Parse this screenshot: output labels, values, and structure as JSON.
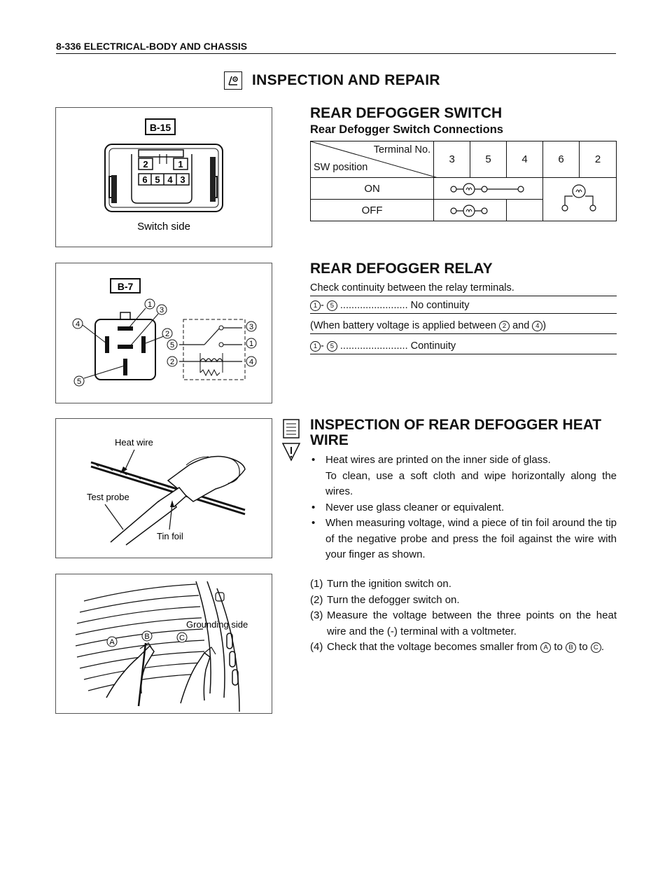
{
  "header": {
    "title": "8-336  ELECTRICAL-BODY AND CHASSIS"
  },
  "main_title": "INSPECTION AND REPAIR",
  "figure1": {
    "connector_label": "B-15",
    "pins_top": [
      "2",
      "1"
    ],
    "pins_bottom": [
      "6",
      "5",
      "4",
      "3"
    ],
    "caption": "Switch side"
  },
  "figure2": {
    "connector_label": "B-7",
    "callouts": [
      "1",
      "2",
      "3",
      "4",
      "5"
    ]
  },
  "figure3": {
    "labels": {
      "heat_wire": "Heat wire",
      "test_probe": "Test probe",
      "tin_foil": "Tin foil"
    }
  },
  "figure4": {
    "labels": {
      "grounding_side": "Grounding side",
      "a": "A",
      "b": "B",
      "c": "C"
    }
  },
  "switch_section": {
    "title": "REAR DEFOGGER SWITCH",
    "subtitle": "Rear Defogger Switch Connections",
    "table": {
      "corner_top": "Terminal No.",
      "corner_bottom": "SW position",
      "terminals": [
        "3",
        "5",
        "4",
        "6",
        "2"
      ],
      "rows": [
        "ON",
        "OFF"
      ]
    }
  },
  "relay_section": {
    "title": "REAR DEFOGGER RELAY",
    "intro": "Check continuity between the relay terminals.",
    "pair_a": "1",
    "pair_b": "5",
    "dash": "-",
    "line1_text": "........................ No continuity",
    "line2_prefix": "(When battery voltage is applied between",
    "line2_a": "2",
    "line2_and": "and",
    "line2_b": "4",
    "line2_suffix": ")",
    "line3_text": "........................ Continuity"
  },
  "heat_wire_section": {
    "title": "INSPECTION OF REAR DEFOGGER HEAT WIRE",
    "bullet1": "Heat wires are printed on the inner side of glass.",
    "bullet1_cont": "To clean, use a soft cloth and wipe horizontally along the wires.",
    "bullet2": "Never use glass cleaner or equivalent.",
    "bullet3": "When measuring voltage, wind a piece of tin foil around the tip of the negative probe and press the foil against the wire with your finger as shown.",
    "bullet_char": "•",
    "steps": [
      {
        "num": "(1)",
        "text": "Turn the ignition switch on."
      },
      {
        "num": "(2)",
        "text": "Turn the defogger switch on."
      },
      {
        "num": "(3)",
        "text": "Measure the voltage between the three points on the heat wire and the (-) terminal with a voltmeter."
      }
    ],
    "step4_num": "(4)",
    "step4_prefix": "Check that the voltage becomes smaller from",
    "step4_a": "A",
    "step4_to1": "to",
    "step4_b": "B",
    "step4_to2": "to",
    "step4_c": "C",
    "step4_end": "."
  }
}
